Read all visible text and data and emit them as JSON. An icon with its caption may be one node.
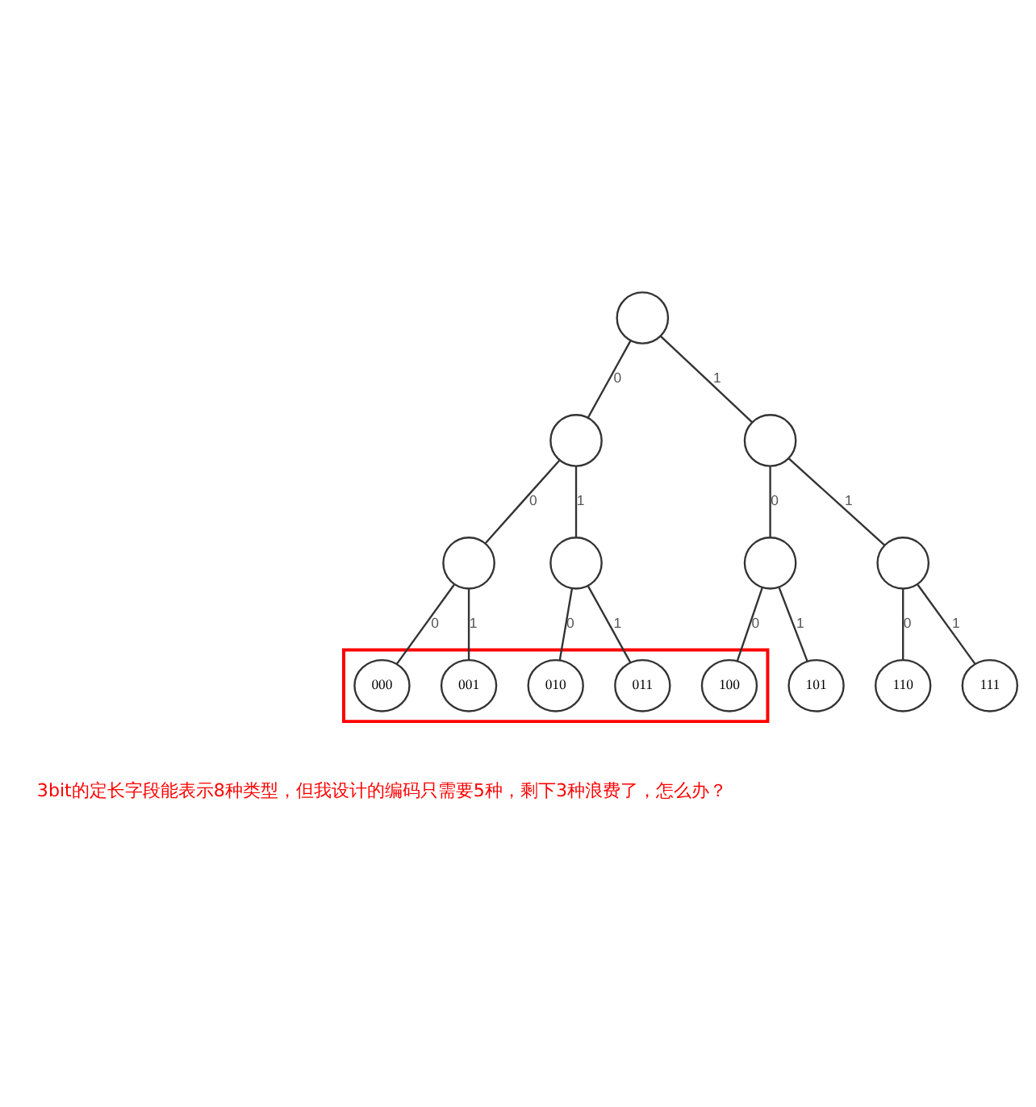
{
  "diagram": {
    "nodes": [
      {
        "text": [],
        "shape": "circle"
      },
      {
        "text": [],
        "shape": "circle"
      },
      {
        "text": [],
        "shape": "circle"
      },
      {
        "text": [],
        "shape": "circle"
      },
      {
        "text": [],
        "shape": "circle"
      },
      {
        "text": [],
        "shape": "circle"
      },
      {
        "text": [],
        "shape": "circle"
      },
      {
        "text": [],
        "shape": "box"
      },
      {
        "text": [
          "000"
        ],
        "in": 7
      },
      {
        "text": [
          "001"
        ],
        "in": 7
      },
      {
        "text": [
          "010"
        ],
        "in": 7
      },
      {
        "text": [
          "011"
        ],
        "in": 7
      },
      {
        "text": [
          "100"
        ],
        "in": 7
      },
      {
        "text": [
          "101"
        ]
      },
      {
        "text": [
          "110"
        ]
      },
      {
        "text": [
          "111"
        ]
      }
    ],
    "edges": [
      {
        "from": 0,
        "to": 1,
        "arrow": "none",
        "label": "0"
      },
      {
        "from": 0,
        "to": 2,
        "arrow": "none",
        "label": "1"
      },
      {
        "from": 1,
        "to": 3,
        "arrow": "none",
        "label": "0"
      },
      {
        "from": 1,
        "to": 4,
        "arrow": "none",
        "label": "1"
      },
      {
        "from": 2,
        "to": 5,
        "arrow": "none",
        "label": "0"
      },
      {
        "from": 2,
        "to": 6,
        "arrow": "none",
        "label": "1"
      },
      {
        "from": 3,
        "to": 8,
        "arrow": "none",
        "label": "0"
      },
      {
        "from": 3,
        "to": 9,
        "arrow": "none",
        "label": "1"
      },
      {
        "from": 4,
        "to": 10,
        "arrow": "none",
        "label": "0"
      },
      {
        "from": 4,
        "to": 11,
        "arrow": "none",
        "label": "1"
      },
      {
        "from": 5,
        "to": 12,
        "arrow": "none",
        "label": "0"
      },
      {
        "from": 5,
        "to": 13,
        "arrow": "none",
        "label": "1"
      },
      {
        "from": 6,
        "to": 14,
        "arrow": "none",
        "label": "0"
      },
      {
        "from": 6,
        "to": 15,
        "arrow": "none",
        "label": "1"
      }
    ],
    "labels": [
      "3bit的定长字段能表示8种类型，但我设计的编码只需要5种，剩下3种浪费了，怎么办？"
    ]
  }
}
